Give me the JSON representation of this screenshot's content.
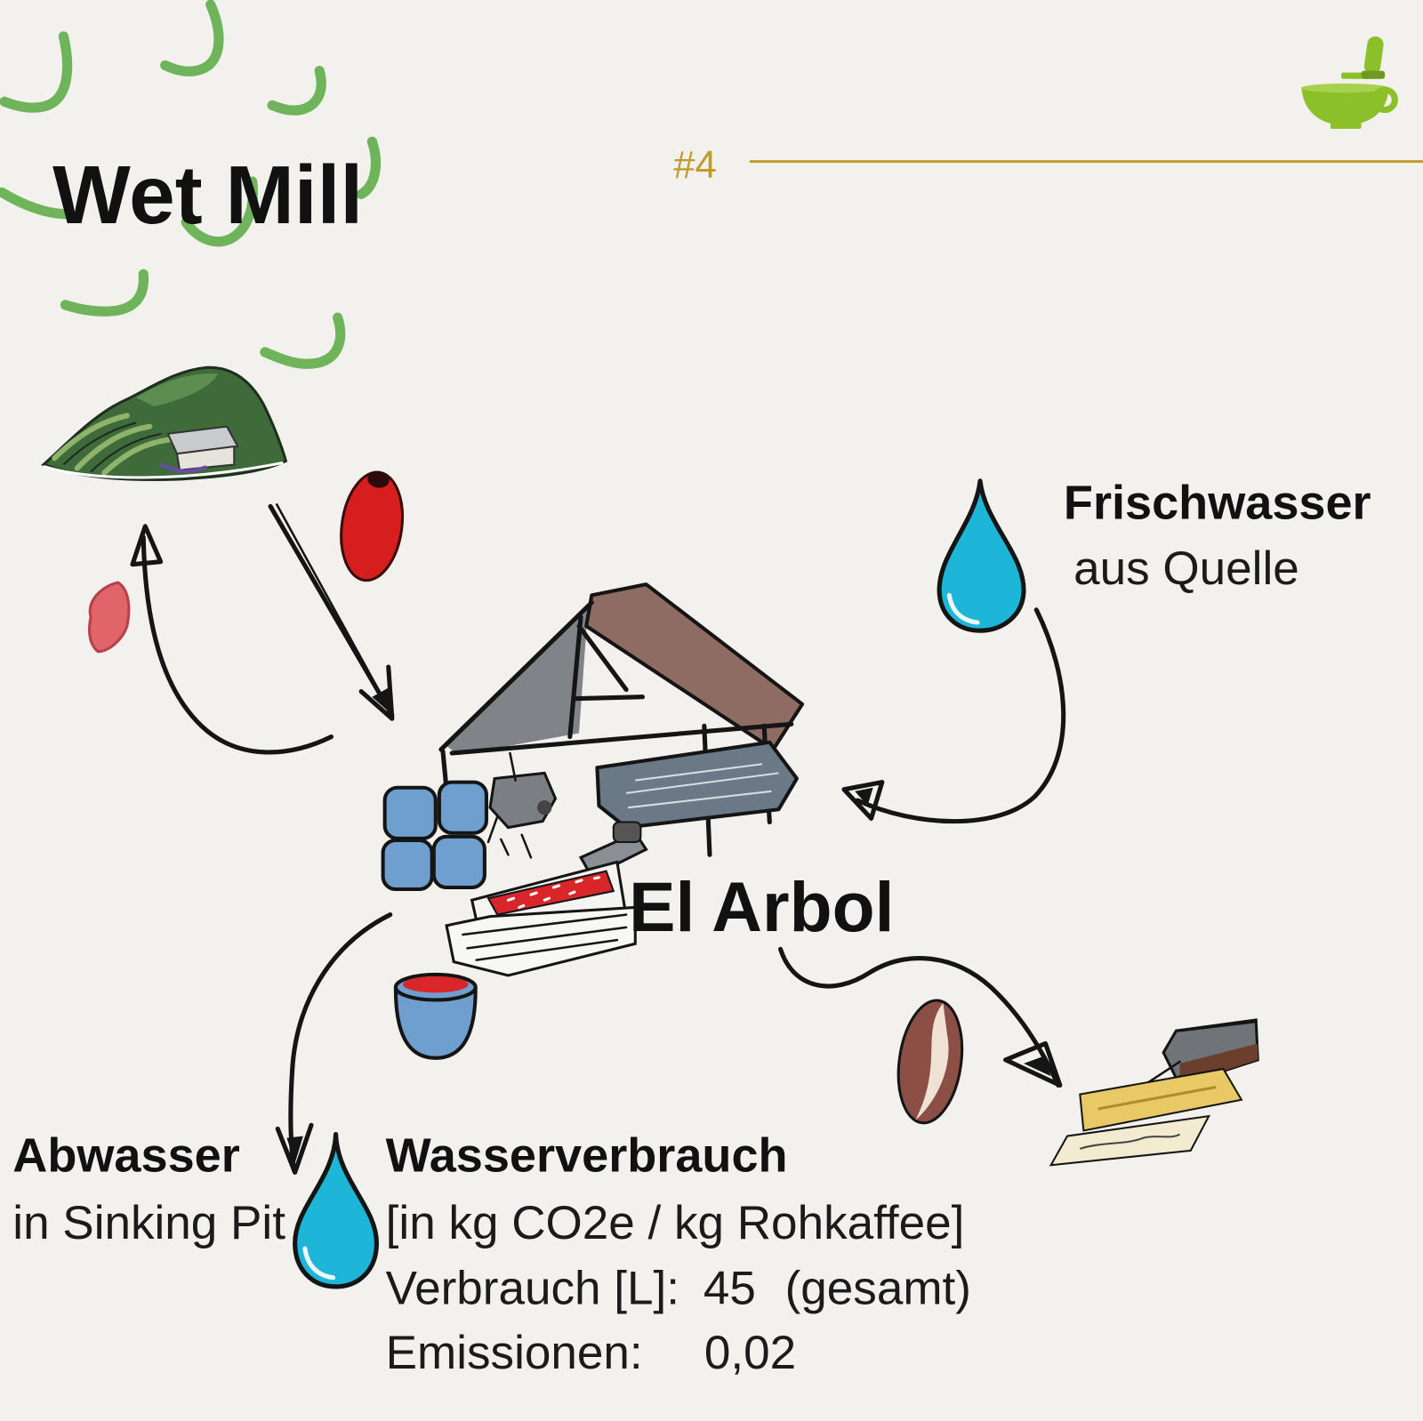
{
  "header": {
    "title": "Wet Mill",
    "step": "#4"
  },
  "diagram": {
    "mill_name": "El Arbol",
    "inflow": {
      "title": "Frischwasser",
      "subtitle": "aus Quelle"
    },
    "outflow": {
      "title": "Abwasser",
      "subtitle": "in Sinking Pit"
    },
    "water_usage": {
      "title": "Wasserverbrauch",
      "unit_note": "[in kg CO2e / kg Rohkaffee]",
      "consumption_label": "Verbrauch [L]:",
      "consumption_value": "45",
      "consumption_scope": "(gesamt)",
      "emissions_label": "Emissionen:",
      "emissions_value": "0,02"
    }
  },
  "icons": {
    "brand": "mortar-pestle-icon",
    "farm": "hill-farm-icon",
    "cherry": "coffee-cherry-icon",
    "pulp": "coffee-pulp-icon",
    "water": "water-drop-icon",
    "mill": "wet-mill-building-icon",
    "bean": "coffee-bean-icon",
    "drying": "drying-bed-icon"
  },
  "colors": {
    "background": "#f2f1ee",
    "accent_gold": "#bf9c2c",
    "leaf_green": "#6fb45a",
    "icon_green": "#8cc02a",
    "water_blue": "#1db5d8",
    "cherry_red": "#d61e1e"
  }
}
